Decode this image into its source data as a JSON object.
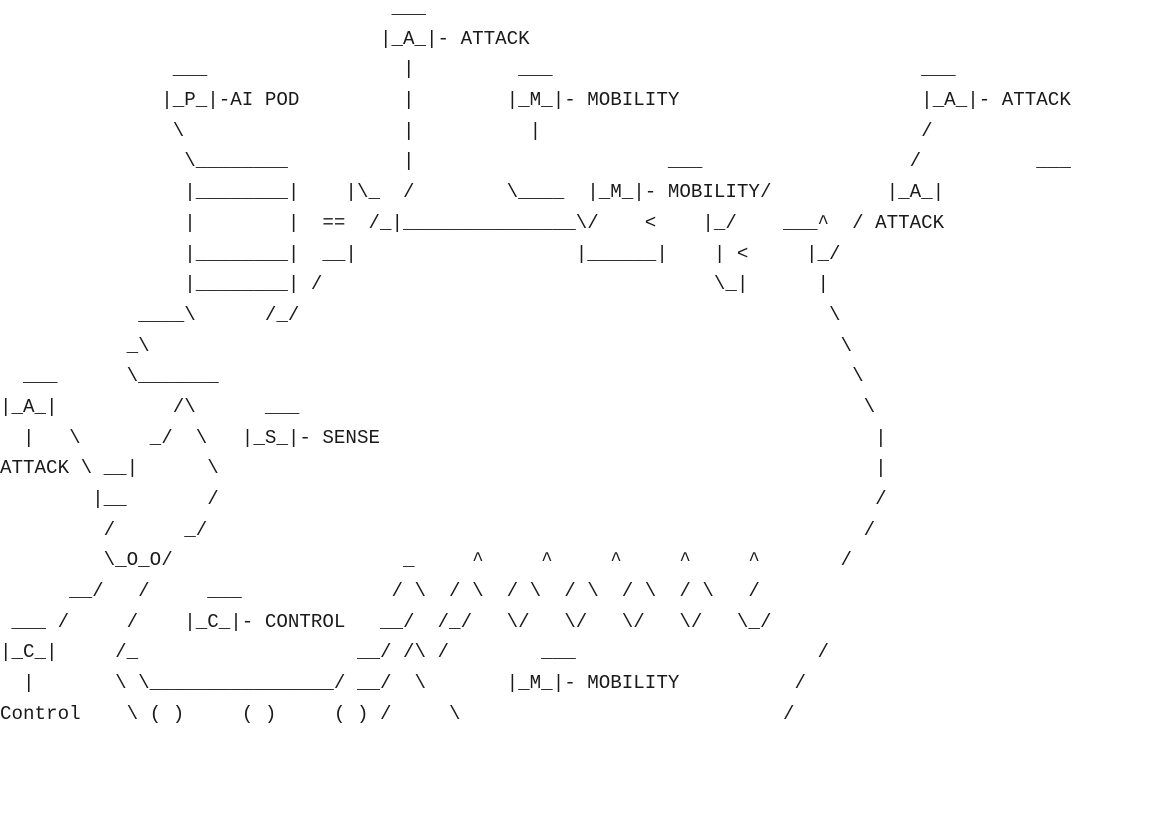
{
  "diagram": {
    "text_color": "#1a1a1a",
    "background": "#ffffff",
    "labels": {
      "attack": "ATTACK",
      "ai_pod": "AI POD",
      "mobility": "MOBILITY",
      "sense": "SENSE",
      "control": "CONTROL",
      "control_lower": "Control"
    },
    "lines": [
      "                                  ___",
      "                                 |_A_|- ATTACK",
      "               ___                 |         ___                                ___",
      "              |_P_|-AI POD         |        |_M_|- MOBILITY                     |_A_|- ATTACK",
      "               \\                   |          |                                 /",
      "                \\________          |                      ___                  /          ___",
      "                |________|    |\\_  /        \\____  |_M_|- MOBILITY/          |_A_|",
      "                |        |  ==  /_|_______________\\/    <    |_/    ___^  / ATTACK",
      "                |________|  __|                   |______|    | <     |_/",
      "                |________| /                                  \\_|      |",
      "            ____\\      /_/                                              \\",
      "           _\\                                                            \\",
      "  ___      \\_______                                                       \\",
      "|_A_|          /\\      ___                                                 \\",
      "  |   \\      _/  \\   |_S_|- SENSE                                           |",
      "ATTACK \\ __|      \\                                                         |",
      "        |__       /                                                         /",
      "         /      _/                                                         /",
      "         \\_O_O/                    _     ^     ^     ^     ^     ^       /",
      "      __/   /     ___             / \\  / \\  / \\  / \\  / \\  / \\   /",
      " ___ /     /    |_C_|- CONTROL   __/  /_/   \\/   \\/   \\/   \\/   \\_/",
      "|_C_|     /_                   __/ /\\ /        ___                     /",
      "  |       \\ \\________________/ __/  \\       |_M_|- MOBILITY          /",
      "Control    \\ ( )     ( )     ( ) /     \\                            /"
    ]
  }
}
